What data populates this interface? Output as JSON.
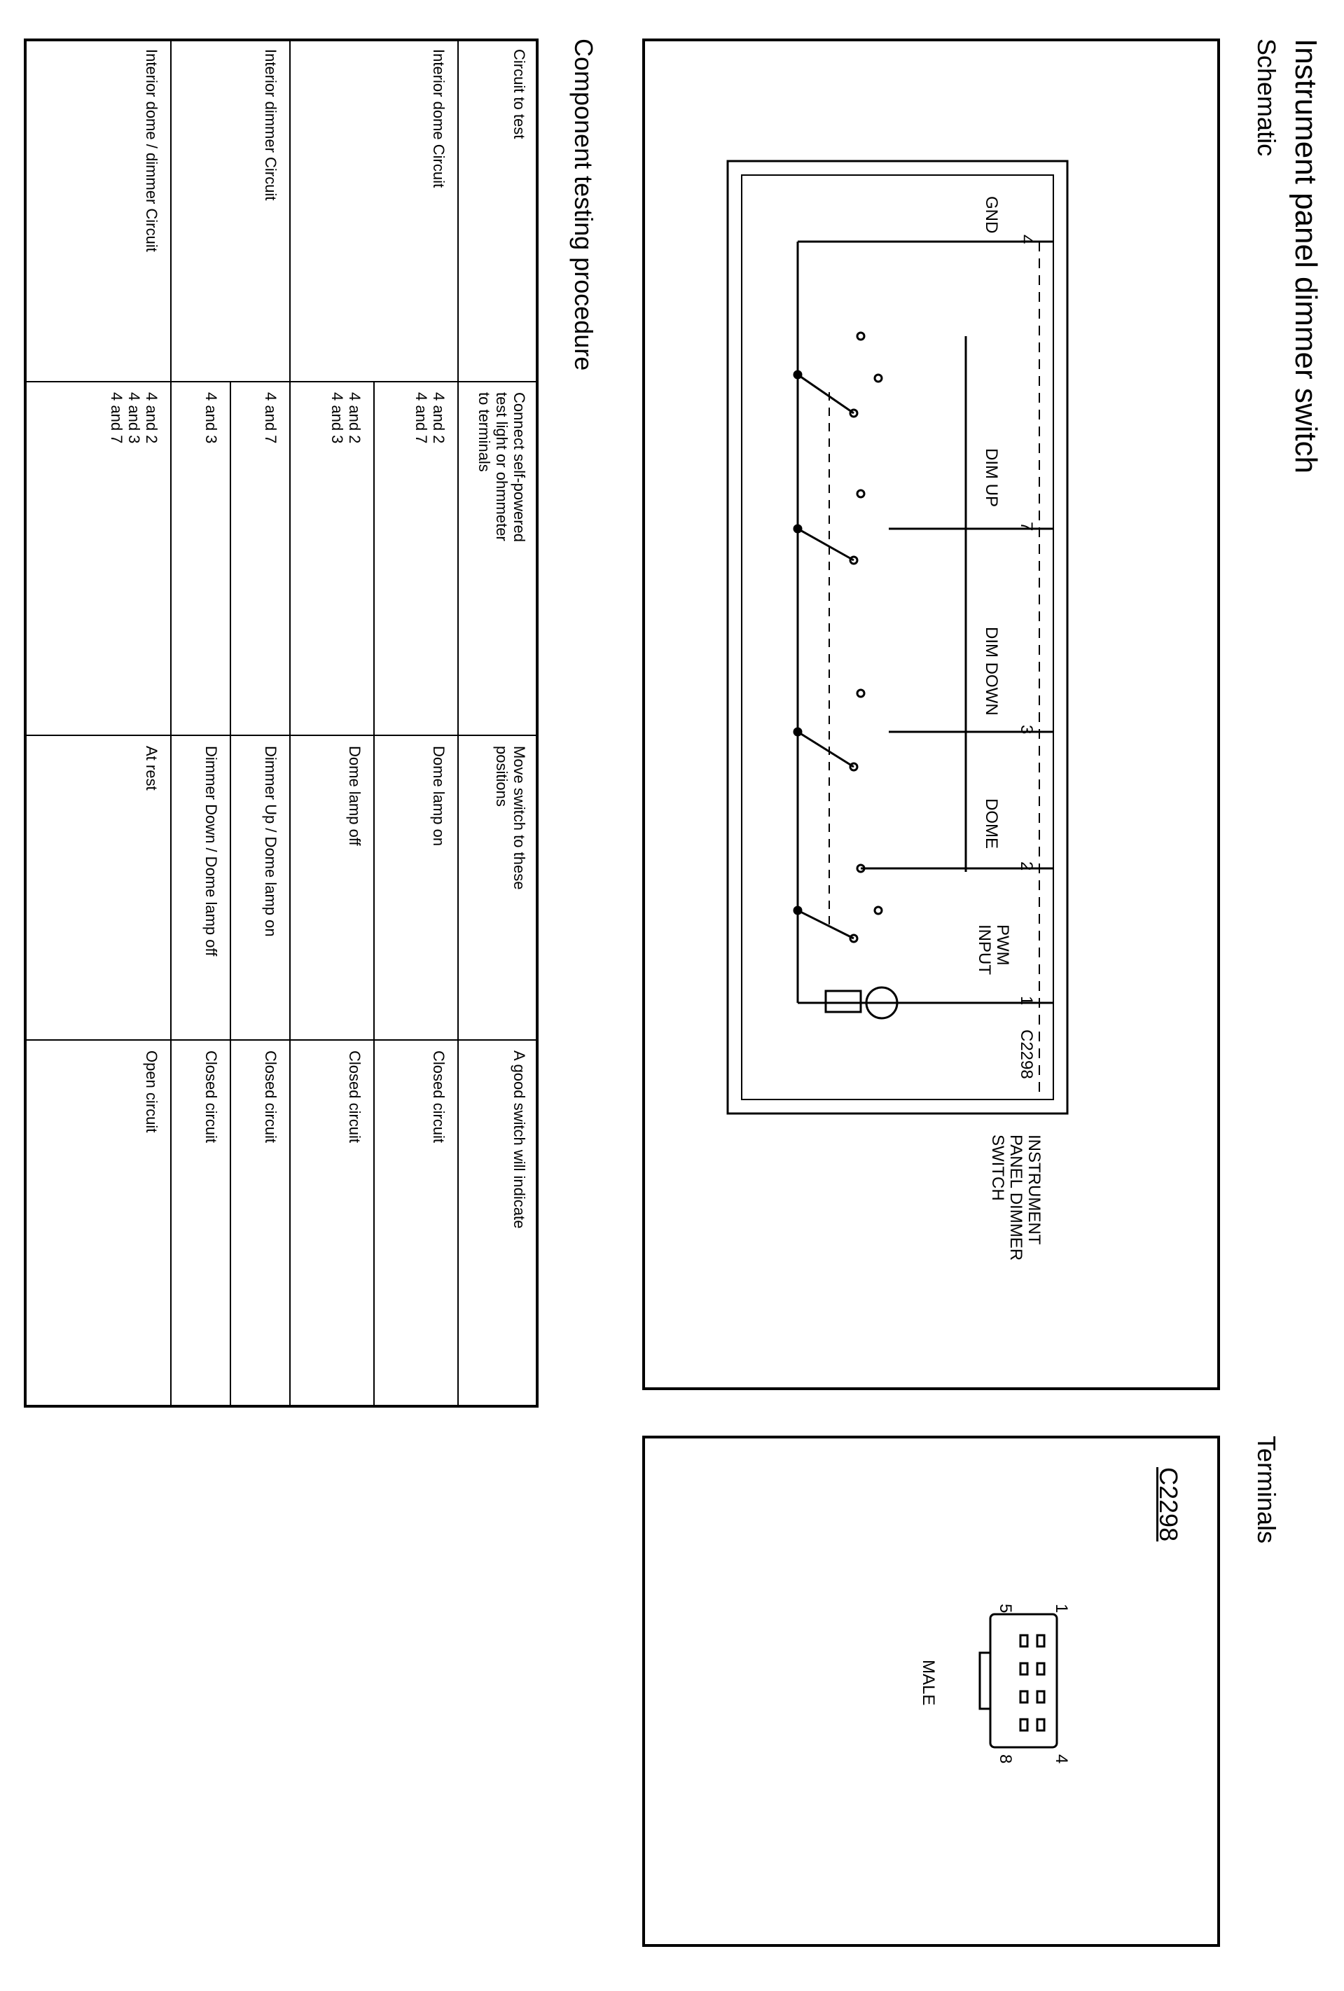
{
  "page_title": "Instrument panel dimmer switch",
  "schematic": {
    "heading": "Schematic",
    "component_label": "INSTRUMENT\nPANEL DIMMER\nSWITCH",
    "connector": "C2298",
    "pins": [
      "4",
      "7",
      "3",
      "2",
      "1"
    ],
    "terminals": [
      "GND",
      "DIM UP",
      "DIM DOWN",
      "DOME",
      "PWM\nINPUT"
    ]
  },
  "terminals_section": {
    "heading": "Terminals",
    "connector": "C2298",
    "gender": "MALE",
    "pin_labels": {
      "top_left": "1",
      "top_right": "4",
      "bottom_left": "5",
      "bottom_right": "8"
    }
  },
  "testing": {
    "heading": "Component testing procedure",
    "headers": [
      "Circuit to test",
      "Connect self-powered\ntest light or ohmmeter\nto terminals",
      "Move switch to these\npositions",
      "A good switch will indicate"
    ],
    "groups": [
      {
        "circuit": "Interior dome Circuit",
        "rows": [
          {
            "terminals": "4 and 2\n4 and 7",
            "position": "Dome lamp on",
            "result": "Closed circuit"
          },
          {
            "terminals": "4 and 2\n4 and 3",
            "position": "Dome lamp off",
            "result": "Closed circuit"
          }
        ]
      },
      {
        "circuit": "Interior dimmer Circuit",
        "rows": [
          {
            "terminals": "4 and 7",
            "position": "Dimmer Up / Dome lamp on",
            "result": "Closed circuit"
          },
          {
            "terminals": "4 and 3",
            "position": "Dimmer Down / Dome lamp off",
            "result": "Closed circuit"
          }
        ]
      },
      {
        "circuit": "Interior dome / dimmer Circuit",
        "rows": [
          {
            "terminals": "4 and 2\n4 and 3\n4 and 7",
            "position": "At rest",
            "result": "Open circuit"
          }
        ]
      }
    ]
  }
}
